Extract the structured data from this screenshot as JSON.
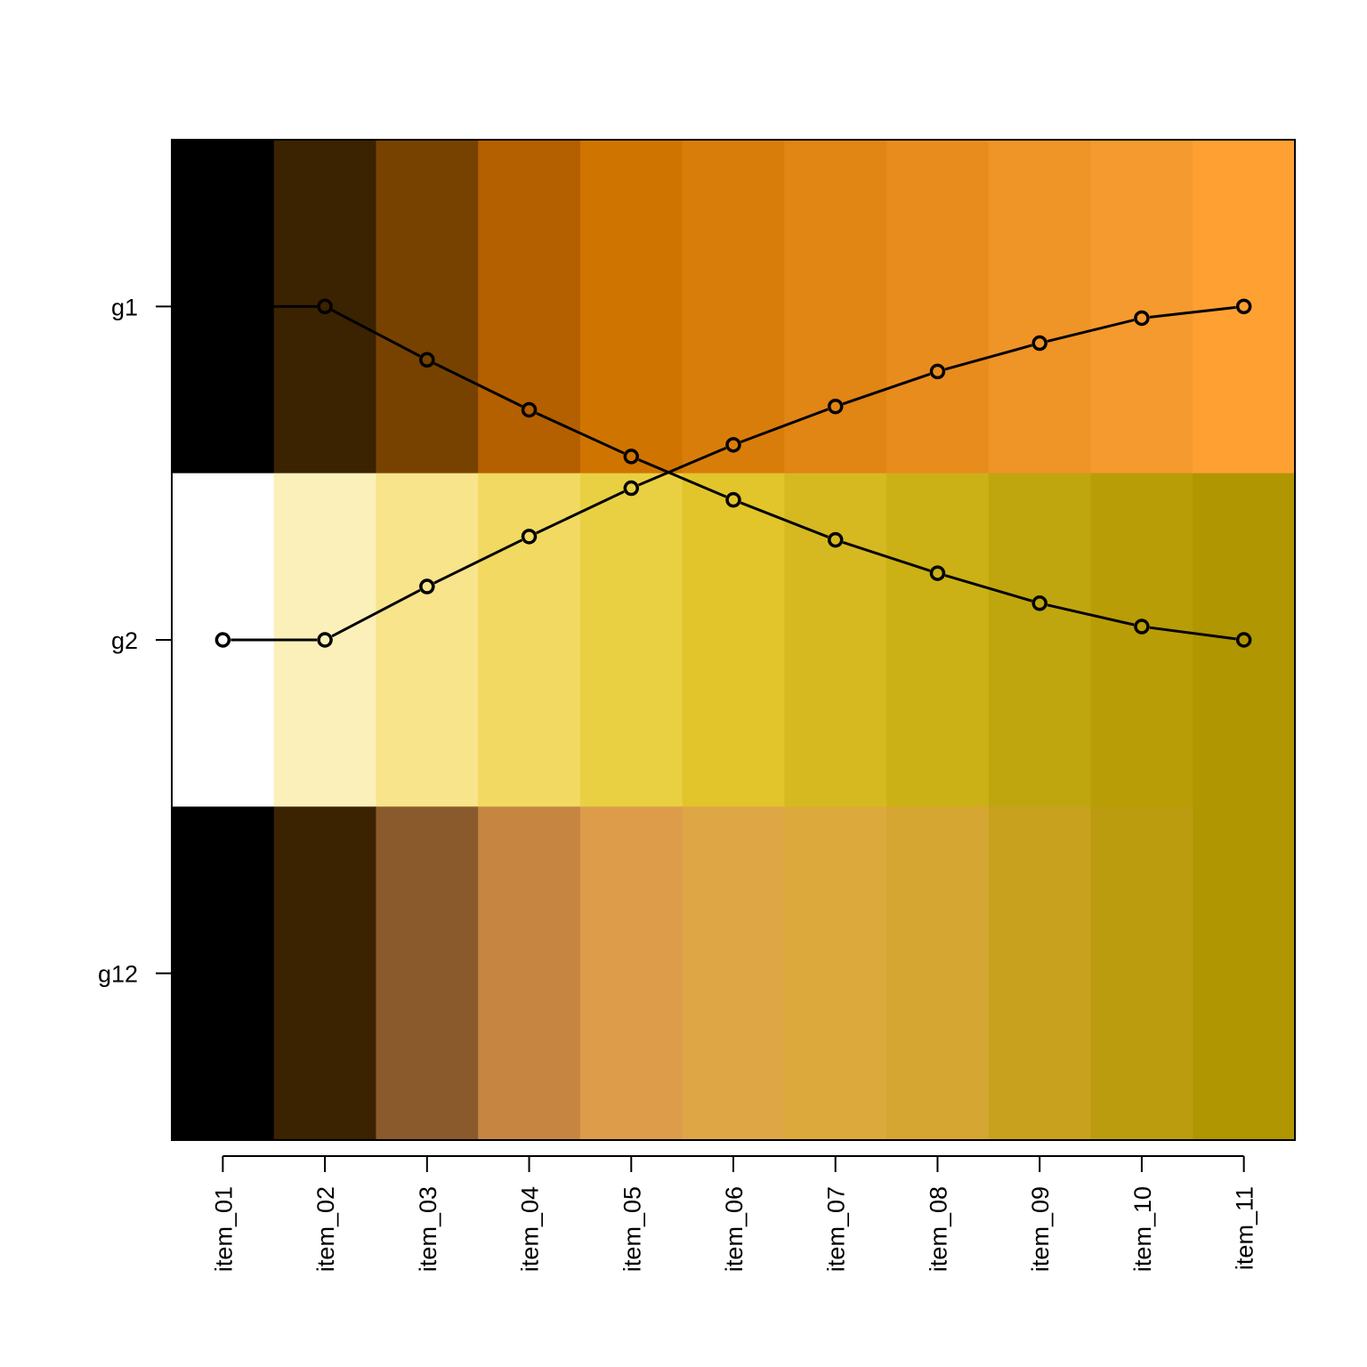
{
  "chart_data": {
    "type": "heatmap",
    "title": "",
    "xlabel": "",
    "ylabel": "",
    "categories": [
      "item_01",
      "item_02",
      "item_03",
      "item_04",
      "item_05",
      "item_06",
      "item_07",
      "item_08",
      "item_09",
      "item_10",
      "item_11"
    ],
    "rows": [
      {
        "name": "g1",
        "colors": [
          "#000000",
          "#3b2200",
          "#774200",
          "#b45f00",
          "#d07400",
          "#d97d0a",
          "#e18514",
          "#e98c1e",
          "#ef9427",
          "#f59a2e",
          "#ffa033"
        ]
      },
      {
        "name": "g2",
        "colors": [
          "#ffffff",
          "#fbf0b9",
          "#f7e48b",
          "#f1d962",
          "#e9d042",
          "#e1c52b",
          "#d6b920",
          "#cbb116",
          "#c0a60e",
          "#b89d06",
          "#b09600"
        ]
      },
      {
        "name": "g12",
        "colors": [
          "#000000",
          "#3b2200",
          "#8b5a2c",
          "#c68642",
          "#dc9c4a",
          "#dfa646",
          "#dcaa3c",
          "#d6a632",
          "#c8a21e",
          "#bb9c0f",
          "#b09600"
        ]
      }
    ],
    "series": [
      {
        "values": [
          1.0,
          1.0,
          0.84,
          0.69,
          0.55,
          0.42,
          0.3,
          0.2,
          0.11,
          0.04,
          0.0
        ]
      },
      {
        "values": [
          0.0,
          0.0,
          0.16,
          0.31,
          0.455,
          0.585,
          0.7,
          0.805,
          0.89,
          0.965,
          1.0
        ]
      }
    ],
    "line_ylim": [
      0,
      1
    ],
    "line_y_mapping": {
      "0": "g2",
      "1": "g1"
    },
    "grid": false,
    "legend": "none"
  }
}
